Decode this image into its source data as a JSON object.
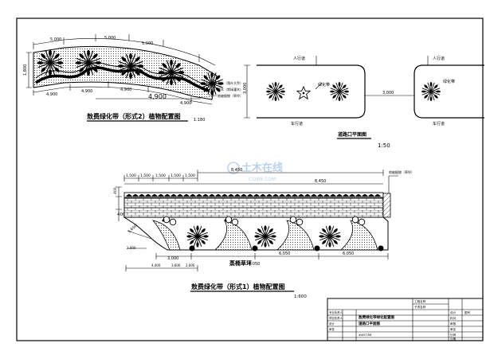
{
  "plan1": {
    "title": "敖费绿化带（形式2）植物配置图",
    "scale": "1:180",
    "dims": {
      "top1": "5,000",
      "top2": "5,000",
      "top3": "5,000",
      "left": "1,800",
      "bottom1": "4,900",
      "bottom2": "4,900",
      "bottom3": "4,900",
      "bottom4": "4,900",
      "big": "4,900"
    },
    "notes": [
      "乔木（落叶大乔）",
      "灌木（常绿灌木）",
      "地被植物（草坪）"
    ]
  },
  "plan2": {
    "title": "道路口平面图",
    "scale": "1:50",
    "labels": {
      "walk1": "人行道",
      "walk2": "人行道",
      "green1": "绿化带",
      "green2": "绿化带",
      "car1": "车行道",
      "car2": "车行道",
      "width": "3,000",
      "gap": "3,000"
    }
  },
  "plan3": {
    "title": "敖费绿化带（形式1）植物配置图",
    "scale": "1:600",
    "topdims": [
      "1,500",
      "1,500",
      "1,500",
      "1,500",
      "1,500"
    ],
    "long1": "8,450",
    "long2": "8,450",
    "left": [
      "400",
      "400"
    ],
    "leftlabel": "花岗石",
    "note": "地被植物（草坪）",
    "sidelabels": [
      "5,650",
      "2,000"
    ],
    "bottomdims": [
      "3,000",
      "6,050",
      "6,050",
      "6,050"
    ],
    "center": "蒸桶草坪",
    "extra": [
      "4,400",
      "3,600",
      "2,600"
    ]
  },
  "watermark": {
    "cn": "土木在线",
    "en": "COI88.COM"
  },
  "titleblock": {
    "rows": [
      "工程名称",
      "子项名称",
      "设计",
      "校对",
      "审核",
      "审定",
      "比例",
      "日期",
      "图号"
    ],
    "drawing1": "敖费绿化带绿化配置图",
    "drawing2": "道路口平面图",
    "left": [
      "专业负责人",
      "项目负责人",
      "设计",
      "审查"
    ],
    "code": "##07/08"
  }
}
